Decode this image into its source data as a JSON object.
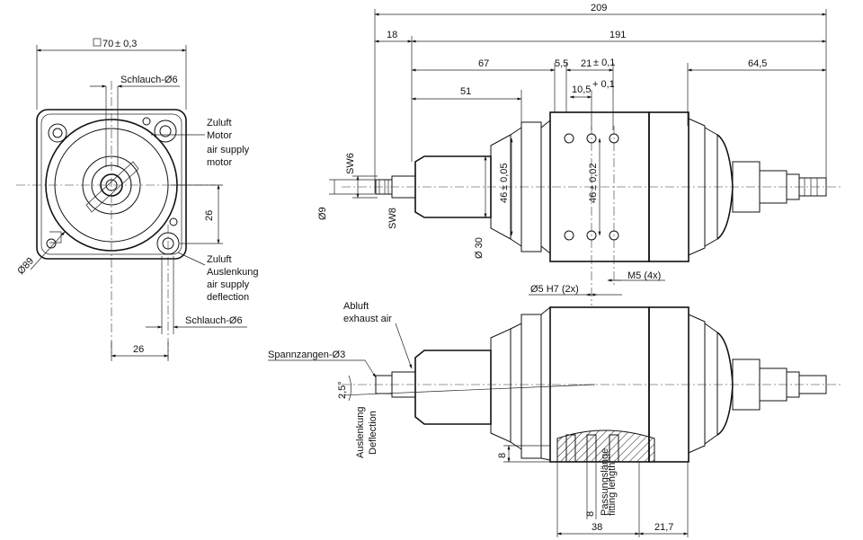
{
  "front_view": {
    "square": "70",
    "square_tol": "± 0,3",
    "hose_top": "Schlauch-Ø6",
    "inlet_motor_de": "Zuluft",
    "inlet_motor_de2": "Motor",
    "inlet_motor_en": "air supply",
    "inlet_motor_en2": "motor",
    "dim_26_vert": "26",
    "dim_89": "Ø89",
    "inlet_defl_de": "Zuluft",
    "inlet_defl_de2": "Auslenkung",
    "inlet_defl_en": "air supply",
    "inlet_defl_en2": "deflection",
    "hose_bottom": "Schlauch-Ø6",
    "dim_26_horiz": "26"
  },
  "side_view": {
    "dim_209": "209",
    "dim_18": "18",
    "dim_191": "191",
    "dim_67": "67",
    "dim_55": "5,5",
    "dim_21": "21",
    "dim_21_tol": "± 0,1",
    "dim_645": "64,5",
    "dim_105": "10,5",
    "dim_105_tol": "+ 0,1",
    "dim_51": "51",
    "sw6": "SW6",
    "sw8": "SW8",
    "d9": "Ø9",
    "d30": "Ø 30",
    "dim_46a": "46",
    "dim_46a_tol": "± 0,05",
    "dim_46b": "46",
    "dim_46b_tol": "± 0,02",
    "m5": "M5 (4x)",
    "d5h7": "Ø5 H7 (2x)"
  },
  "bottom_view": {
    "exhaust_de": "Abluft",
    "exhaust_en": "exhaust air",
    "collet": "Spannzangen-Ø3",
    "angle": "2,5°",
    "defl_de": "Auslenkung",
    "defl_en": "Deflection",
    "dim_8_left": "8",
    "dim_8_bottom": "8",
    "fit_len_de": "Passungslänge",
    "fit_len_en": "fitting length",
    "dim_38": "38",
    "dim_217": "21,7"
  }
}
